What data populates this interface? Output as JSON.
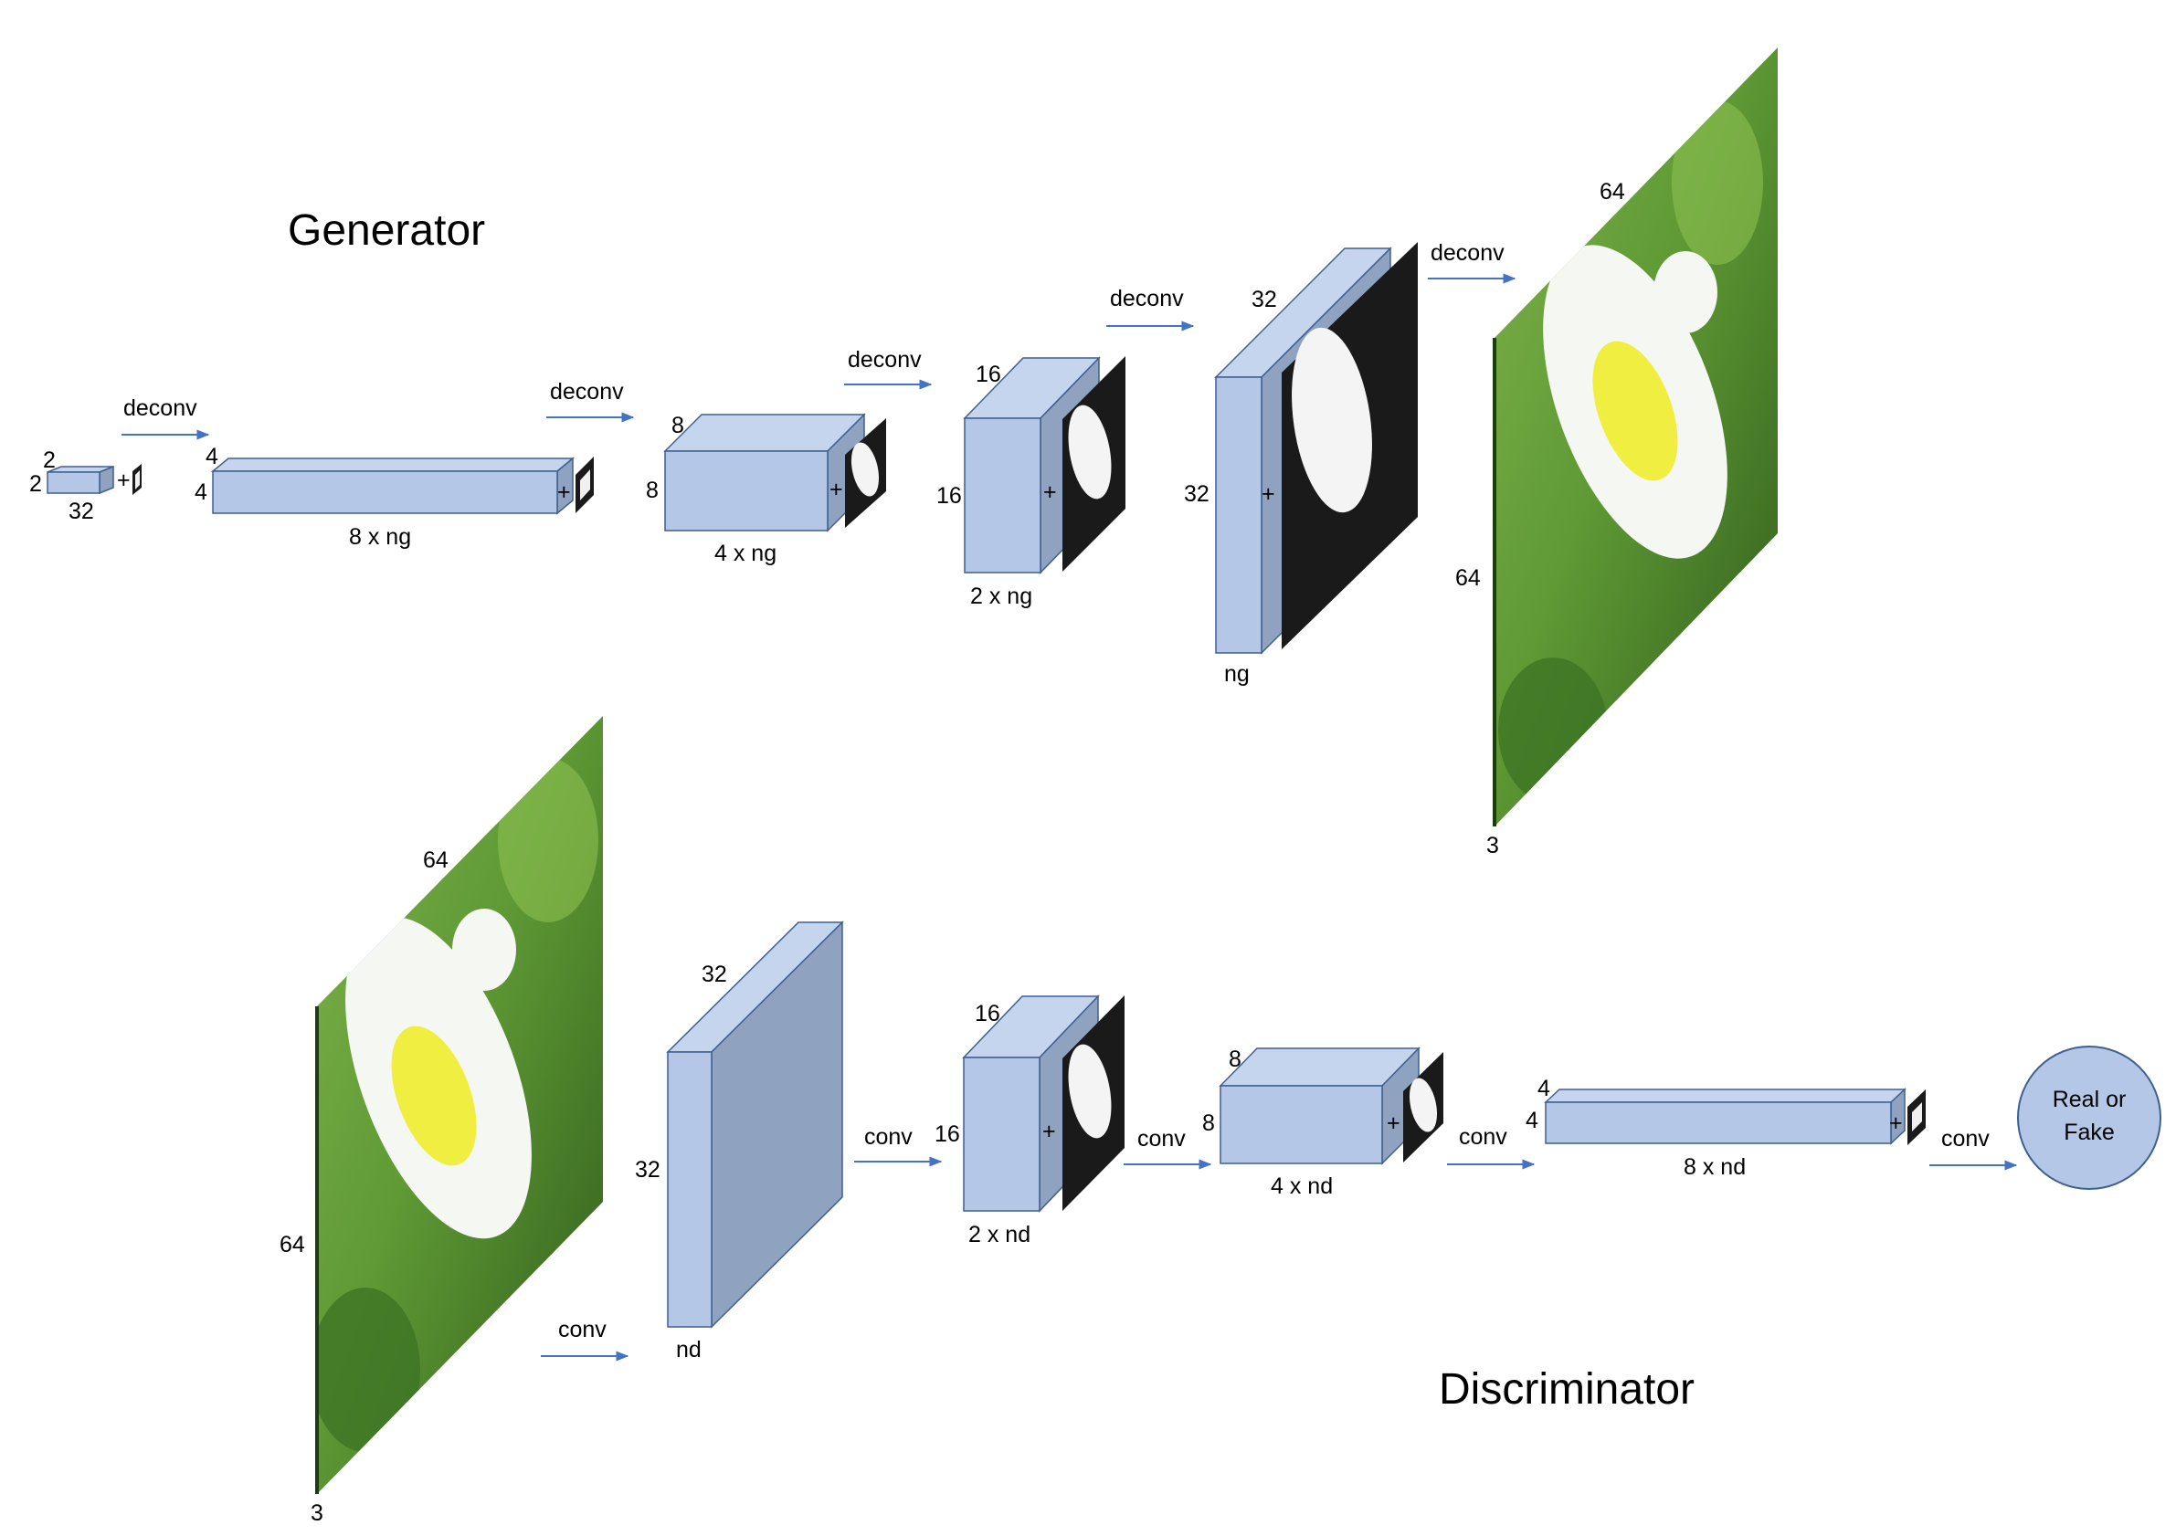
{
  "generator": {
    "title": "Generator",
    "arrow_label": "deconv",
    "plus": "+",
    "blocks": [
      {
        "top": "2",
        "side": "2",
        "bottom": "32"
      },
      {
        "top": "4",
        "side": "4",
        "bottom": "8 x ng"
      },
      {
        "top": "8",
        "side": "8",
        "bottom": "4 x ng"
      },
      {
        "top": "16",
        "side": "16",
        "bottom": "2 x ng"
      },
      {
        "top": "32",
        "side": "32",
        "bottom": "ng"
      }
    ],
    "output_image": {
      "top": "64",
      "side": "64",
      "bottom": "3"
    }
  },
  "discriminator": {
    "title": "Discriminator",
    "arrow_label": "conv",
    "plus": "+",
    "input_image": {
      "top": "64",
      "side": "64",
      "bottom": "3"
    },
    "blocks": [
      {
        "top": "32",
        "side": "32",
        "bottom": "nd"
      },
      {
        "top": "16",
        "side": "16",
        "bottom": "2 x nd"
      },
      {
        "top": "8",
        "side": "8",
        "bottom": "4 x nd"
      },
      {
        "top": "4",
        "side": "4",
        "bottom": "8 x nd"
      }
    ],
    "output": {
      "line1": "Real or",
      "line2": "Fake"
    }
  },
  "colors": {
    "block_front": "#b4c7e7",
    "block_top": "#c5d5ee",
    "block_side": "#8fa2c0",
    "block_edge": "#3f5f8f",
    "arrow": "#4472c4",
    "mask_bg": "#1a1a1a",
    "mask_fg": "#f4f4f4",
    "photo_green_dark": "#2f5a1a",
    "photo_green": "#5f9a35",
    "photo_green_light": "#8cc050",
    "flower_white": "#f5f7f2",
    "flower_yellow": "#f0ee40",
    "circle_fill": "#b4c7e7"
  }
}
